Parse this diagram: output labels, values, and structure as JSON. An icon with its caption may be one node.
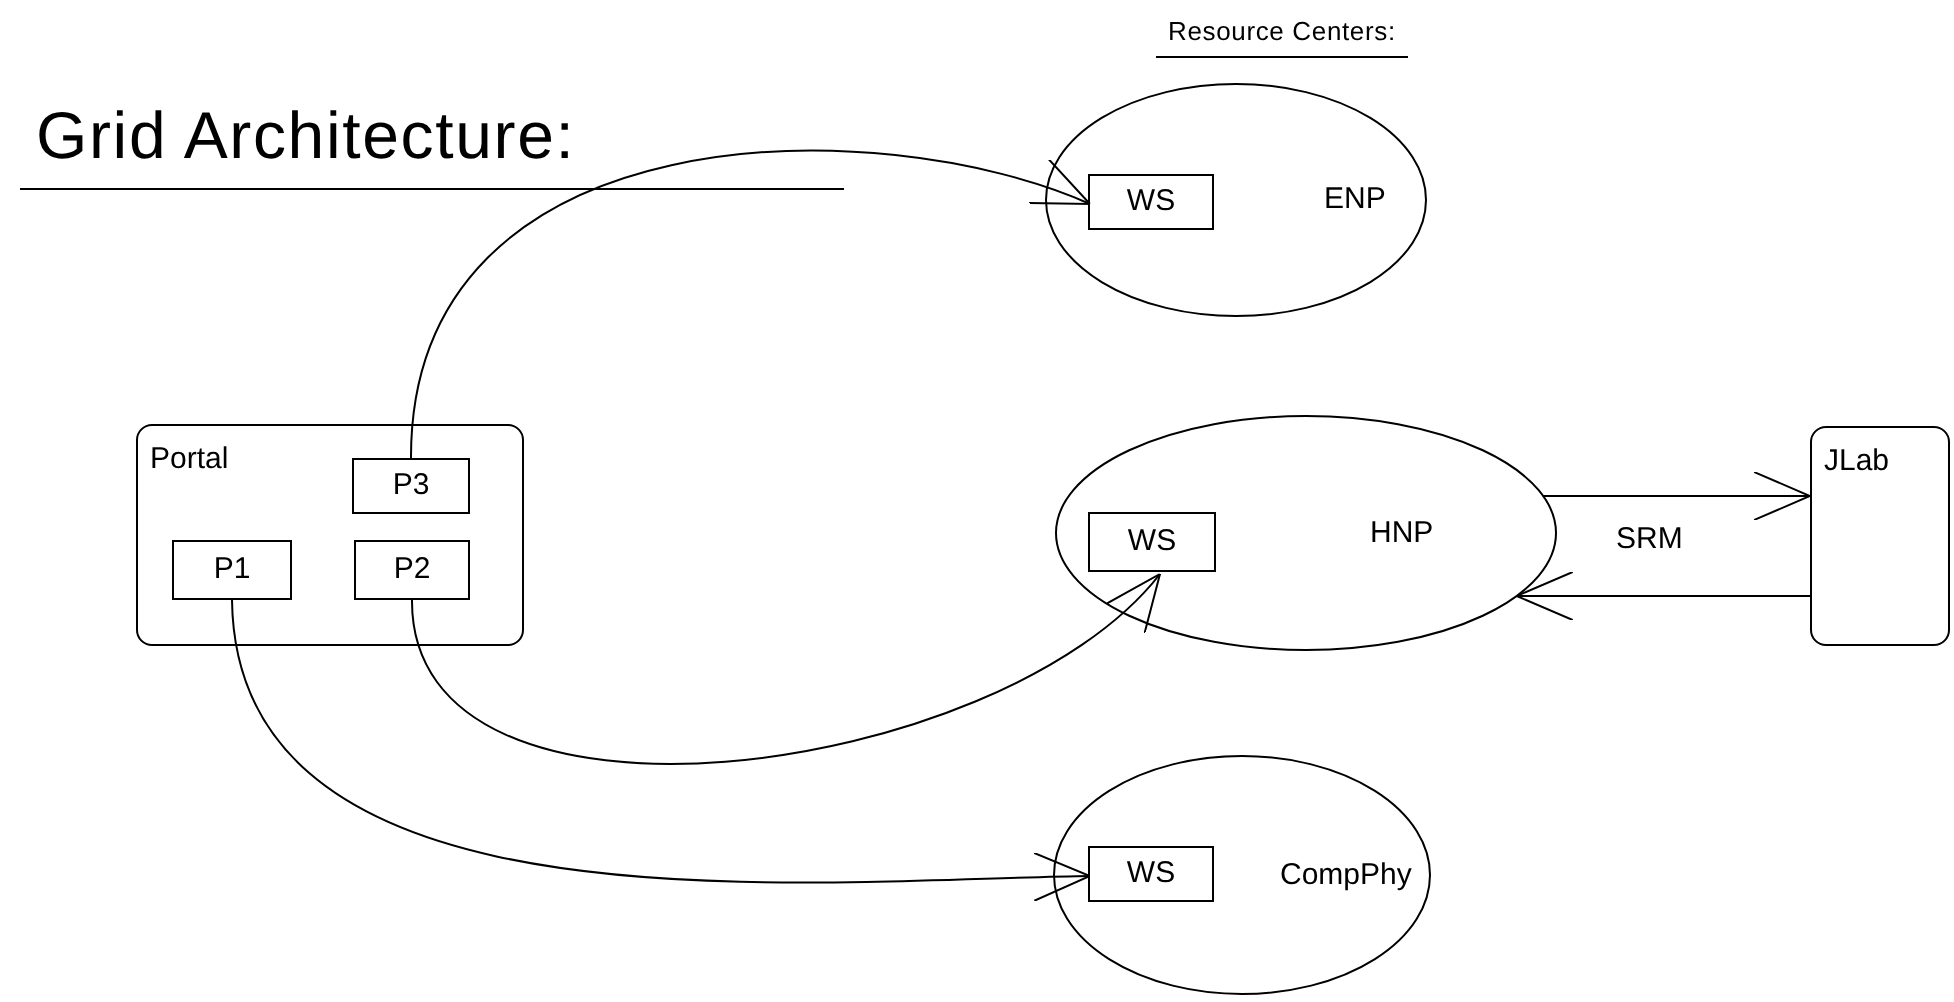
{
  "diagram": {
    "title": "Grid Architecture:",
    "nodes": [
      {
        "text": [
          "Portal"
        ]
      },
      {
        "text": [
          "P3"
        ],
        "in": 0
      },
      {
        "text": [
          "P1"
        ],
        "in": 0
      },
      {
        "text": [
          "P2"
        ],
        "in": 0
      },
      {
        "text": [
          "ENP"
        ]
      },
      {
        "text": [
          "WS"
        ],
        "in": 4
      },
      {
        "text": [
          "HNP"
        ]
      },
      {
        "text": [
          "WS"
        ],
        "in": 6
      },
      {
        "text": [
          "JLab"
        ]
      },
      {
        "text": [
          "CompPhy"
        ]
      },
      {
        "text": [
          "WS"
        ],
        "in": 9
      }
    ],
    "edges": [
      {
        "from": 1,
        "to": 5,
        "arrow": "to"
      },
      {
        "from": 3,
        "to": 7,
        "arrow": "to"
      },
      {
        "from": 2,
        "to": 10,
        "arrow": "to"
      },
      {
        "from": 6,
        "to": 8,
        "arrow": "to",
        "label": "SRM"
      },
      {
        "from": 8,
        "to": 6,
        "arrow": "to"
      }
    ],
    "labels": [
      "Resource Centers:"
    ]
  }
}
